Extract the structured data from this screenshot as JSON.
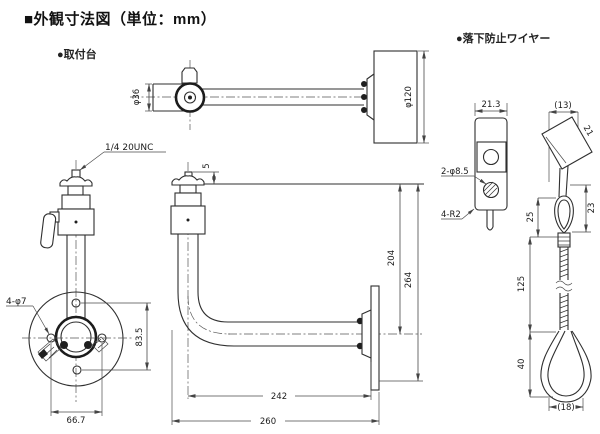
{
  "title": "■外観寸法図（単位：mm）",
  "labels": {
    "mount": "●取付台",
    "wire": "●落下防止ワイヤー"
  },
  "top_view": {
    "head_dia": "φ36",
    "base_dia": "φ120"
  },
  "front_view": {
    "thread": "1/4 20UNC",
    "holes": "4-φ7",
    "pitch_v": "83.5",
    "pitch_h": "66.7"
  },
  "side_view": {
    "screw_h": "5",
    "drop_axis": "204",
    "drop_total": "264",
    "reach_wall": "242",
    "reach_total": "260"
  },
  "plate": {
    "width": "21.3",
    "holes": "2-φ8.5",
    "corner": "4-R2"
  },
  "wire": {
    "top_width": "(13)",
    "plate_len": "21",
    "hook": "23",
    "loop": "25",
    "length": "125",
    "bottom_loop": "40",
    "bottom_width": "(18)"
  }
}
